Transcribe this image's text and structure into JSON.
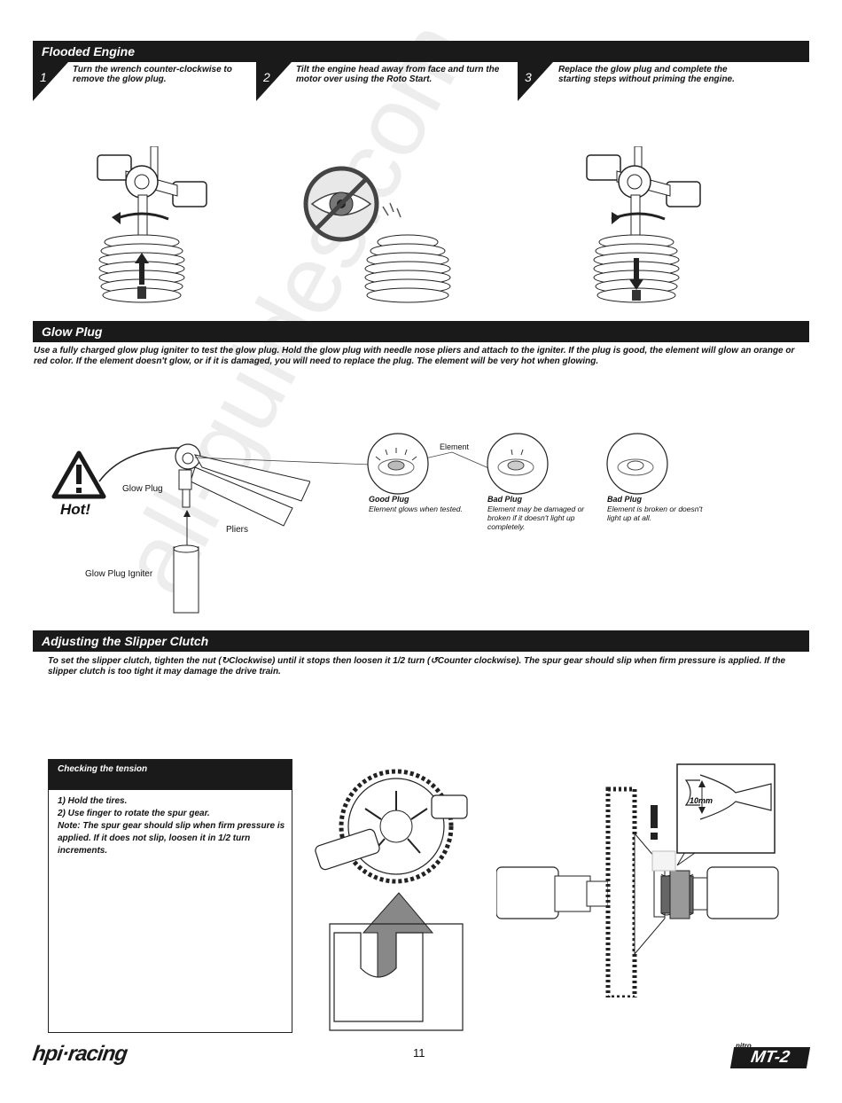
{
  "sections": {
    "flooded": {
      "title": "Flooded Engine",
      "steps": [
        {
          "num": "1",
          "text": "Turn the wrench counter-clockwise to remove the glow plug."
        },
        {
          "num": "2",
          "text": "Tilt the engine head away from face and turn the motor over using the Roto Start."
        },
        {
          "num": "3",
          "text": "Replace the glow plug and complete the starting steps without priming the engine."
        }
      ]
    },
    "glow_plug": {
      "title": "Glow Plug",
      "instructions": "Use a fully charged glow plug igniter to test the glow plug. Hold the glow plug with needle nose pliers and attach to the igniter. If the plug is good, the element will glow an orange or red color. If the element doesn't glow, or if it is damaged, you will need to replace the plug. The element will be very hot when glowing.",
      "hot_label": "Hot!",
      "labels": {
        "glow_plug": "Glow Plug",
        "pliers": "Pliers",
        "igniter": "Glow Plug Igniter",
        "element": "Element"
      },
      "plugs": [
        {
          "title": "Good Plug",
          "desc": "Element glows when tested."
        },
        {
          "title": "Bad Plug",
          "desc": "Element may be damaged or broken if it doesn't light up completely."
        },
        {
          "title": "Bad Plug",
          "desc": "Element is broken or doesn't light up at all."
        }
      ]
    },
    "slipper": {
      "title": "Adjusting the Slipper Clutch",
      "instr_part1": "To set the slipper clutch, tighten the nut (",
      "instr_part2": "Clockwise) until it stops then loosen it 1/2 turn (",
      "instr_part3": "Counter clockwise). The spur gear should slip when firm pressure is applied. If the slipper clutch is too tight it may damage the drive train.",
      "tension": {
        "title": "Checking the tension",
        "lines": [
          "1) Hold the tires.",
          "2) Use finger to rotate the spur gear.",
          "Note: The spur gear should slip when firm pressure is applied. If it does not slip, loosen it in 1/2 turn increments."
        ]
      },
      "wrench_size": "10mm"
    }
  },
  "footer": {
    "page_number": "11",
    "brand_logo": "hpi·racing",
    "model_logo_small": "nitro",
    "model_logo": "MT-2"
  },
  "watermark": "all-guides.com"
}
